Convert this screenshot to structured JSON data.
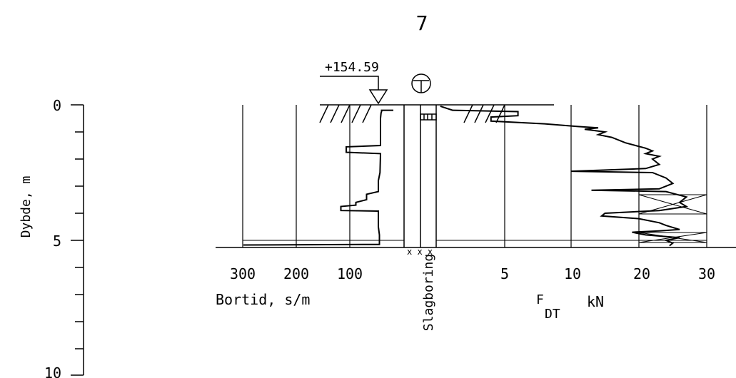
{
  "header": {
    "title": "7"
  },
  "elevation": {
    "label": "+154.59"
  },
  "depth_axis": {
    "label": "Dybde, m",
    "ticks": [
      "0",
      "5",
      "10"
    ]
  },
  "bortid_axis": {
    "label": "Bortid, s/m",
    "ticks": [
      "300",
      "200",
      "100"
    ]
  },
  "slagboring": {
    "label": "Slagboring",
    "end_marks": "x x x"
  },
  "force_axis": {
    "label_main": "F",
    "label_sub": "DT",
    "unit": "kN",
    "ticks": [
      "5",
      "10",
      "20",
      "30"
    ]
  },
  "colors": {
    "ink": "#000000",
    "background": "#ffffff"
  },
  "chart_data": {
    "type": "line",
    "title": "7",
    "depth_range_m": [
      0,
      10
    ],
    "ylabel": "Dybde, m",
    "probing_stop_depth_m": 5.2,
    "elevation_m": 154.59,
    "bortid": {
      "xlabel": "Bortid, s/m",
      "x_ticks": [
        300,
        200,
        100
      ],
      "series": [
        {
          "depth": 0.2,
          "value": 20
        },
        {
          "depth": 0.2,
          "value": 42
        },
        {
          "depth": 0.25,
          "value": 42
        },
        {
          "depth": 0.3,
          "value": 43
        },
        {
          "depth": 0.5,
          "value": 44
        },
        {
          "depth": 1.5,
          "value": 44
        },
        {
          "depth": 1.55,
          "value": 108
        },
        {
          "depth": 1.75,
          "value": 108
        },
        {
          "depth": 1.8,
          "value": 44
        },
        {
          "depth": 2.5,
          "value": 45
        },
        {
          "depth": 2.8,
          "value": 48
        },
        {
          "depth": 3.2,
          "value": 48
        },
        {
          "depth": 3.3,
          "value": 70
        },
        {
          "depth": 3.5,
          "value": 70
        },
        {
          "depth": 3.6,
          "value": 90
        },
        {
          "depth": 3.7,
          "value": 90
        },
        {
          "depth": 3.75,
          "value": 118
        },
        {
          "depth": 3.9,
          "value": 118
        },
        {
          "depth": 3.92,
          "value": 48
        },
        {
          "depth": 4.3,
          "value": 48
        },
        {
          "depth": 4.5,
          "value": 48
        },
        {
          "depth": 4.8,
          "value": 46
        },
        {
          "depth": 5.15,
          "value": 46
        },
        {
          "depth": 5.17,
          "value": 300
        }
      ]
    },
    "force": {
      "xlabel": "F DT kN",
      "x_ticks": [
        5,
        10,
        20,
        30
      ],
      "series": [
        {
          "depth": 0.05,
          "value": 0.3
        },
        {
          "depth": 0.2,
          "value": 1.2
        },
        {
          "depth": 0.25,
          "value": 6
        },
        {
          "depth": 0.4,
          "value": 6
        },
        {
          "depth": 0.45,
          "value": 4
        },
        {
          "depth": 0.6,
          "value": 4
        },
        {
          "depth": 0.7,
          "value": 8
        },
        {
          "depth": 0.8,
          "value": 11
        },
        {
          "depth": 0.85,
          "value": 14
        },
        {
          "depth": 0.9,
          "value": 12
        },
        {
          "depth": 1.0,
          "value": 15
        },
        {
          "depth": 1.1,
          "value": 14
        },
        {
          "depth": 1.2,
          "value": 16
        },
        {
          "depth": 1.4,
          "value": 18
        },
        {
          "depth": 1.6,
          "value": 21
        },
        {
          "depth": 1.7,
          "value": 22
        },
        {
          "depth": 1.8,
          "value": 21
        },
        {
          "depth": 1.9,
          "value": 23
        },
        {
          "depth": 2.0,
          "value": 22
        },
        {
          "depth": 2.2,
          "value": 23
        },
        {
          "depth": 2.35,
          "value": 21
        },
        {
          "depth": 2.45,
          "value": 10
        },
        {
          "depth": 2.5,
          "value": 22
        },
        {
          "depth": 2.7,
          "value": 24
        },
        {
          "depth": 2.9,
          "value": 25
        },
        {
          "depth": 3.1,
          "value": 23
        },
        {
          "depth": 3.15,
          "value": 13
        },
        {
          "depth": 3.2,
          "value": 24
        },
        {
          "depth": 3.4,
          "value": 27
        },
        {
          "depth": 3.6,
          "value": 26
        },
        {
          "depth": 3.75,
          "value": 27
        },
        {
          "depth": 3.9,
          "value": 23
        },
        {
          "depth": 4.0,
          "value": 15
        },
        {
          "depth": 4.1,
          "value": 14.5
        },
        {
          "depth": 4.2,
          "value": 20
        },
        {
          "depth": 4.35,
          "value": 23
        },
        {
          "depth": 4.45,
          "value": 24
        },
        {
          "depth": 4.6,
          "value": 26
        },
        {
          "depth": 4.65,
          "value": 23
        },
        {
          "depth": 4.7,
          "value": 19
        },
        {
          "depth": 4.8,
          "value": 21
        },
        {
          "depth": 4.9,
          "value": 26
        },
        {
          "depth": 5.0,
          "value": 24
        },
        {
          "depth": 5.1,
          "value": 25
        },
        {
          "depth": 5.2,
          "value": 24.5
        }
      ]
    }
  }
}
